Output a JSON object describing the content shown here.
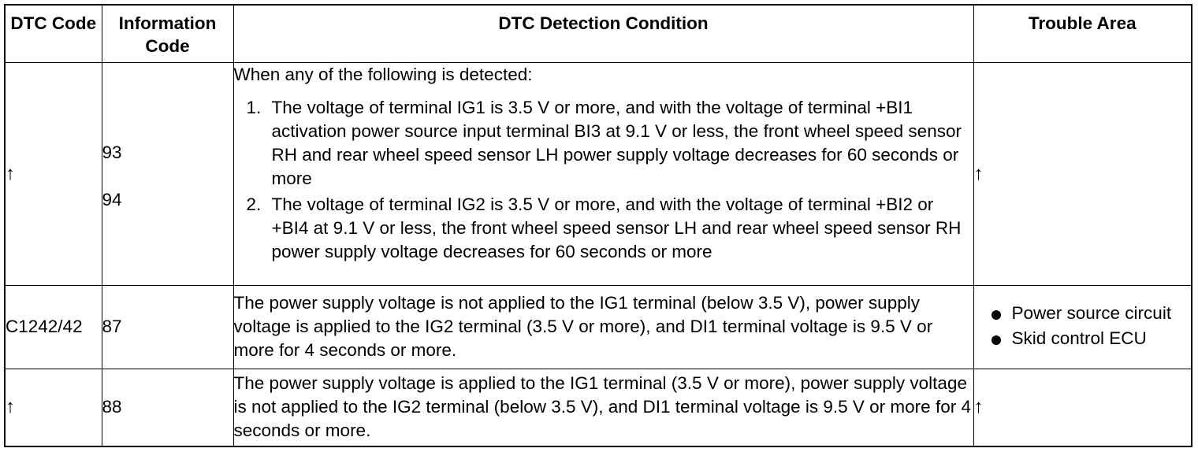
{
  "headers": {
    "dtc_code": "DTC Code",
    "info_code": "Information Code",
    "condition": "DTC Detection Condition",
    "trouble_area": "Trouble Area"
  },
  "rows": [
    {
      "dtc_code": "↑",
      "info_codes": [
        "93",
        "94"
      ],
      "condition_intro": "When any of the following is detected:",
      "conditions": [
        {
          "num": "1.",
          "text": "The voltage of terminal IG1 is 3.5 V or more, and with the voltage of terminal +BI1 activation power source input terminal BI3 at 9.1 V or less, the front wheel speed sensor RH and rear wheel speed sensor LH power supply voltage decreases for 60 seconds or more"
        },
        {
          "num": "2.",
          "text": "The voltage of terminal IG2 is 3.5 V or more, and with the voltage of terminal +BI2 or +BI4 at 9.1 V or less, the front wheel speed sensor LH and rear wheel speed sensor RH power supply voltage decreases for 60 seconds or more"
        }
      ],
      "trouble_area": "↑"
    },
    {
      "dtc_code": "C1242/42",
      "info_code": "87",
      "condition": "The power supply voltage is not applied to the IG1 terminal (below 3.5 V), power supply voltage is applied to the IG2 terminal (3.5 V or more), and DI1 terminal voltage is 9.5 V or more for 4 seconds or more.",
      "trouble_areas": [
        "Power source circuit",
        "Skid control ECU"
      ]
    },
    {
      "dtc_code": "↑",
      "info_code": "88",
      "condition": "The power supply voltage is applied to the IG1 terminal (3.5 V or more), power supply voltage is not applied to the IG2 terminal (below 3.5 V), and DI1 terminal voltage is 9.5 V or more for 4 seconds or more.",
      "trouble_area": "↑"
    }
  ]
}
